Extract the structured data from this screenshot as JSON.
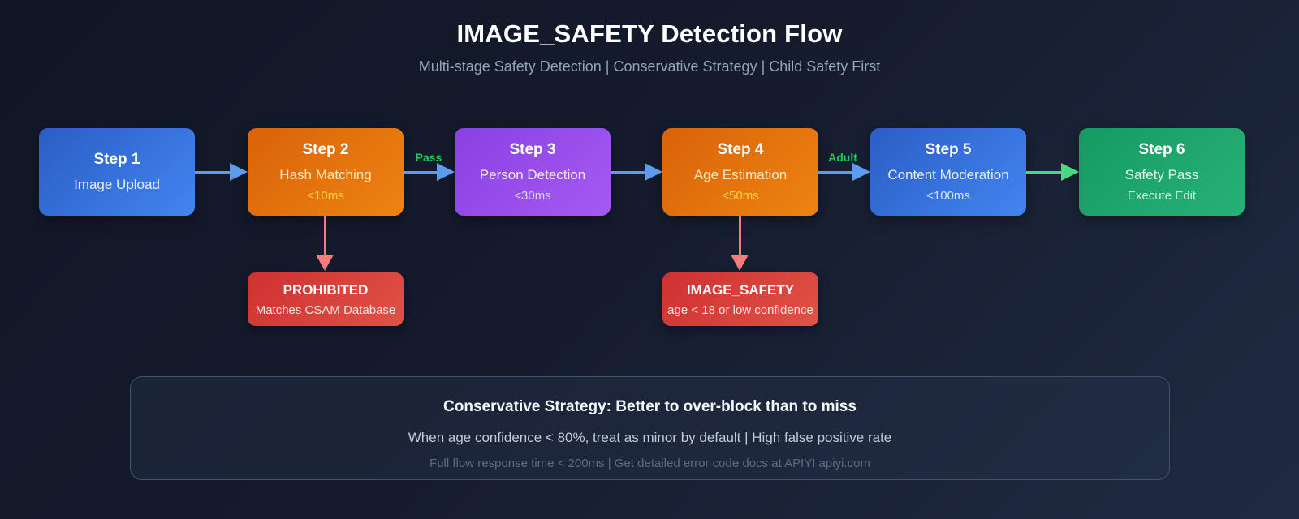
{
  "header": {
    "title": "IMAGE_SAFETY Detection Flow",
    "subtitle": "Multi-stage Safety Detection | Conservative Strategy | Child Safety First"
  },
  "flow": {
    "steps": [
      {
        "title": "Step 1",
        "subtitle": "Image Upload",
        "detail": "",
        "color": "blue"
      },
      {
        "title": "Step 2",
        "subtitle": "Hash Matching",
        "detail": "<10ms",
        "color": "orange"
      },
      {
        "title": "Step 3",
        "subtitle": "Person Detection",
        "detail": "<30ms",
        "color": "purple"
      },
      {
        "title": "Step 4",
        "subtitle": "Age Estimation",
        "detail": "<50ms",
        "color": "orange"
      },
      {
        "title": "Step 5",
        "subtitle": "Content Moderation",
        "detail": "<100ms",
        "color": "blue"
      },
      {
        "title": "Step 6",
        "subtitle": "Safety Pass",
        "detail": "Execute Edit",
        "color": "green"
      }
    ],
    "connectors": [
      {
        "from": "Step 1",
        "to": "Step 2",
        "label": "",
        "color": "#5b9bf0"
      },
      {
        "from": "Step 2",
        "to": "Step 3",
        "label": "Pass",
        "color": "#5b9bf0",
        "label_color": "#22c55e"
      },
      {
        "from": "Step 3",
        "to": "Step 4",
        "label": "",
        "color": "#5b9bf0"
      },
      {
        "from": "Step 4",
        "to": "Step 5",
        "label": "Adult",
        "color": "#5b9bf0",
        "label_color": "#22c55e"
      },
      {
        "from": "Step 5",
        "to": "Step 6",
        "label": "",
        "color": "#46d981"
      }
    ],
    "branches": [
      {
        "from": "Step 2",
        "title": "PROHIBITED",
        "subtitle": "Matches CSAM Database",
        "arrow_color": "#f47c7c"
      },
      {
        "from": "Step 4",
        "title": "IMAGE_SAFETY",
        "subtitle": "age < 18 or low confidence",
        "arrow_color": "#f47c7c"
      }
    ]
  },
  "footer": {
    "line1": "Conservative Strategy: Better to over-block than to miss",
    "line2": "When age confidence < 80%, treat as minor by default | High false positive rate",
    "line3": "Full flow response time < 200ms | Get detailed error code docs at APIYI apiyi.com"
  },
  "colors": {
    "background_start": "#101726",
    "background_end": "#202b42",
    "step_blue": "#3b76e0",
    "step_orange": "#e57310",
    "step_purple": "#9a4fec",
    "step_green": "#1ca96f",
    "branch_red": "#d84040",
    "arrow_blue": "#5b9bf0",
    "arrow_green": "#46d981",
    "arrow_red": "#f47c7c",
    "branch_label_green": "#22c55e",
    "time_gold": "#fbd155"
  }
}
